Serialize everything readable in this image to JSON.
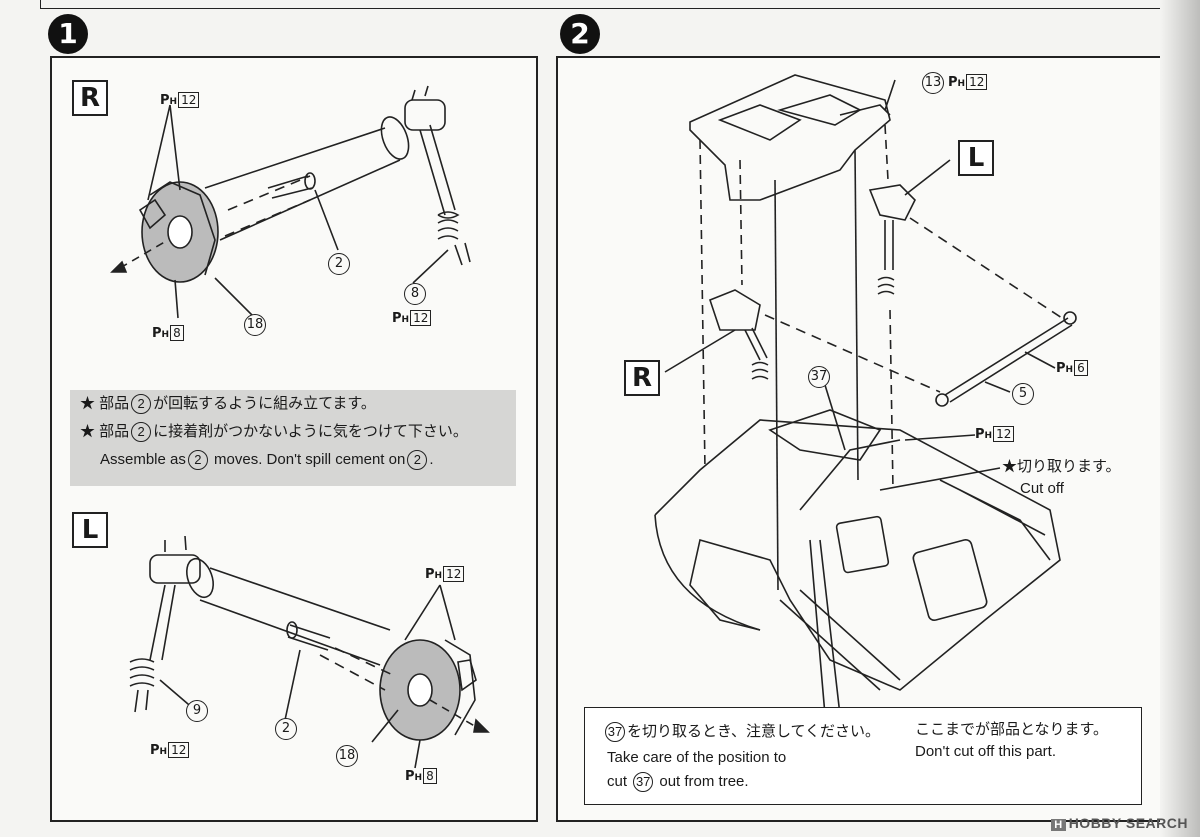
{
  "step1": {
    "number": "1",
    "r_label": "R",
    "l_label": "L",
    "r_ph_top": {
      "prefix": "P",
      "sub": "H",
      "num": "12"
    },
    "r_part2": "2",
    "r_part8": "8",
    "r_ph_8_12": {
      "prefix": "P",
      "sub": "H",
      "num": "12"
    },
    "r_part18": "18",
    "r_ph_bottom": {
      "prefix": "P",
      "sub": "H",
      "num": "8"
    },
    "note": {
      "line1_a": "★ 部品",
      "line1_part": "2",
      "line1_b": "が回転するように組み立てます。",
      "line2_a": "★ 部品",
      "line2_part": "2",
      "line2_b": "に接着剤がつかないように気をつけて下さい。",
      "line3_a": "Assemble as",
      "line3_part": "2",
      "line3_b": " moves. Don't spill cement on",
      "line3_part2": "2",
      "line3_c": "."
    },
    "l_ph_top": {
      "prefix": "P",
      "sub": "H",
      "num": "12"
    },
    "l_part9": "9",
    "l_ph_9": {
      "prefix": "P",
      "sub": "H",
      "num": "12"
    },
    "l_part2": "2",
    "l_part18": "18",
    "l_ph_bottom": {
      "prefix": "P",
      "sub": "H",
      "num": "8"
    }
  },
  "step2": {
    "number": "2",
    "part13": "13",
    "ph13": {
      "prefix": "P",
      "sub": "H",
      "num": "12"
    },
    "l_label": "L",
    "r_label": "R",
    "part37": "37",
    "ph6": {
      "prefix": "P",
      "sub": "H",
      "num": "6"
    },
    "part5": "5",
    "ph12": {
      "prefix": "P",
      "sub": "H",
      "num": "12"
    },
    "cut_jp": "★切り取ります。",
    "cut_en": "Cut off",
    "bottom": {
      "part": "37",
      "jp": "を切り取るとき、注意してください。",
      "en1": "Take care of the position to",
      "en2_a": "cut",
      "en2_b": " out from tree.",
      "right_jp": "ここまでが部品となります。",
      "right_en": "Don't cut off this part."
    }
  },
  "watermark": {
    "logo": "H",
    "text": "HOBBY SEARCH"
  }
}
